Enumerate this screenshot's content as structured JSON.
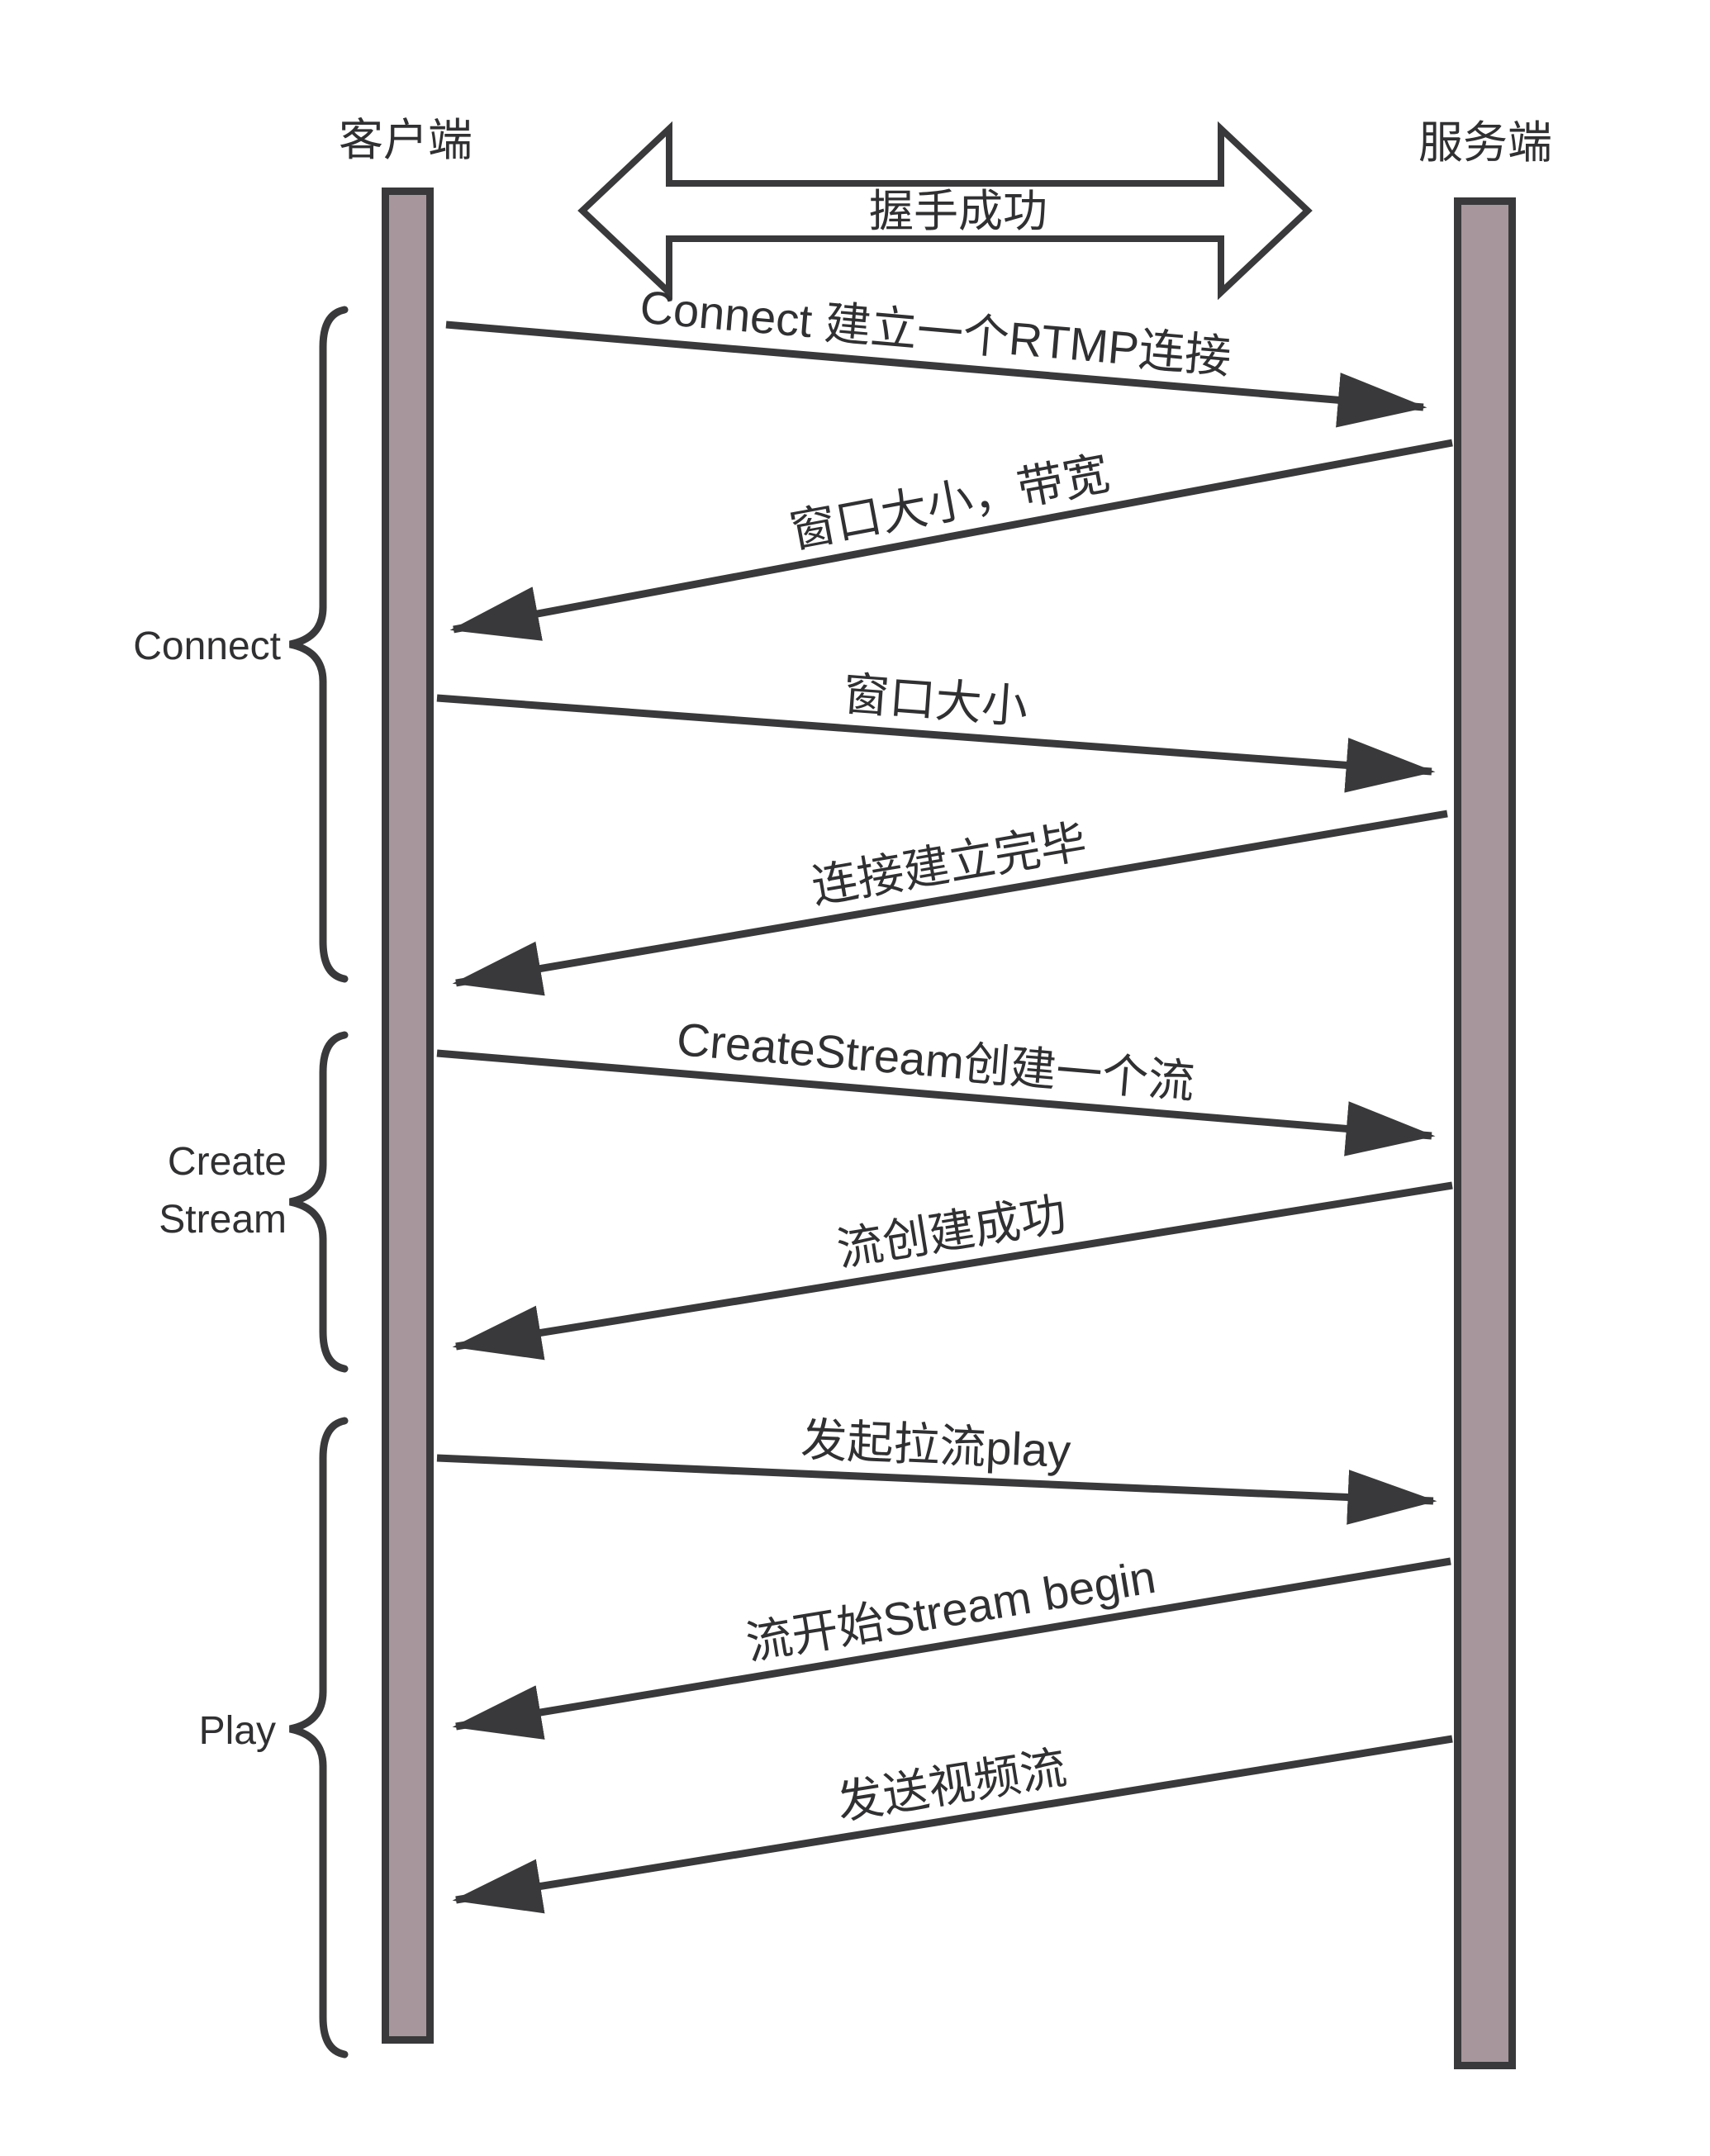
{
  "diagram": {
    "type": "sequence-diagram",
    "topic": "RTMP play flow",
    "actors": {
      "left": "客户端",
      "right": "服务端"
    },
    "handshake": {
      "label": "握手成功",
      "direction": "bidirectional"
    },
    "messages": [
      {
        "label": "Connect 建立一个RTMP连接",
        "from": "client",
        "to": "server"
      },
      {
        "label": "窗口大小，带宽",
        "from": "server",
        "to": "client"
      },
      {
        "label": "窗口大小",
        "from": "client",
        "to": "server"
      },
      {
        "label": "连接建立完毕",
        "from": "server",
        "to": "client"
      },
      {
        "label": "CreateStream创建一个流",
        "from": "client",
        "to": "server"
      },
      {
        "label": "流创建成功",
        "from": "server",
        "to": "client"
      },
      {
        "label": "发起拉流play",
        "from": "client",
        "to": "server"
      },
      {
        "label": "流开始Stream begin",
        "from": "server",
        "to": "client"
      },
      {
        "label": "发送视频流",
        "from": "server",
        "to": "client"
      }
    ],
    "groups": [
      {
        "label": "Connect",
        "spans_messages": [
          1,
          2,
          3,
          4
        ]
      },
      {
        "label_line1": "Create",
        "label_line2": "Stream",
        "spans_messages": [
          5,
          6
        ]
      },
      {
        "label": "Play",
        "spans_messages": [
          7,
          8,
          9
        ]
      }
    ],
    "colors": {
      "stroke": "#39393b",
      "text": "#303032",
      "bar_fill": "#a7969b",
      "bg": "#ffffff"
    }
  }
}
